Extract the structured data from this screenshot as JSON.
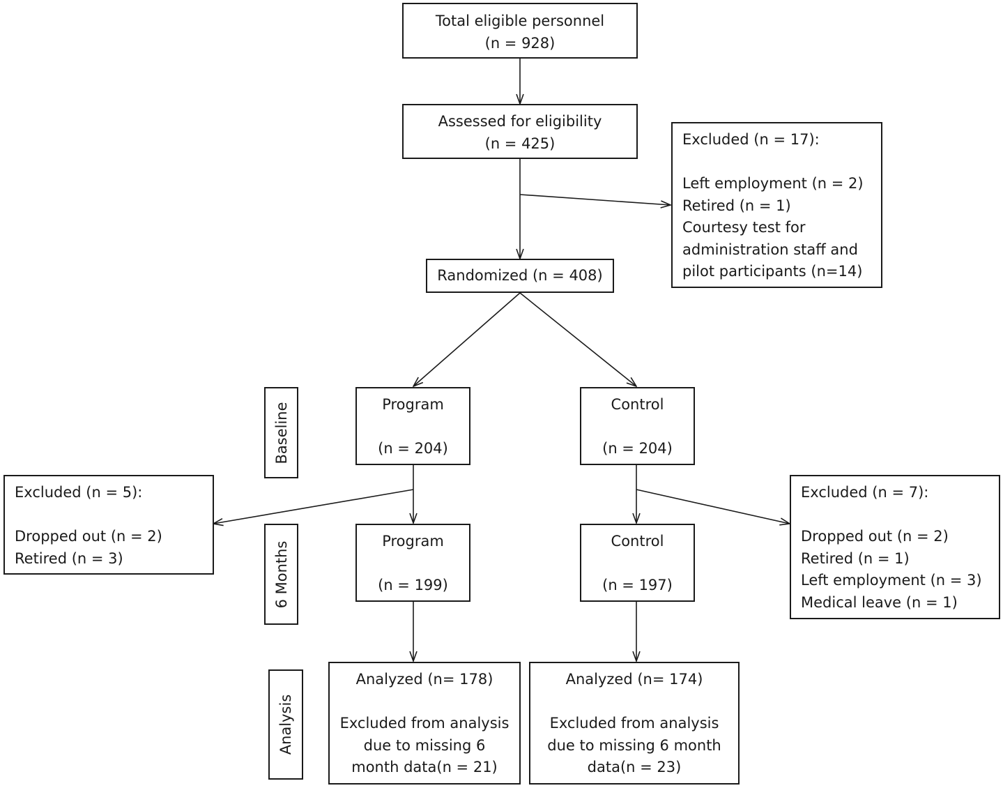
{
  "total": {
    "title": "Total eligible personnel",
    "n": "(n = 928)"
  },
  "assessed": {
    "title": "Assessed for eligibility",
    "n": "(n = 425)"
  },
  "excluded_top": {
    "title": "Excluded (n = 17):",
    "items": [
      "Left employment  (n = 2)",
      "Retired (n = 1)",
      "Courtesy test for",
      "administration staff and",
      "pilot participants (n=14)"
    ]
  },
  "randomized": {
    "label": "Randomized  (n = 408)"
  },
  "stages": {
    "baseline": "Baseline",
    "six_months": "6 Months",
    "analysis": "Analysis"
  },
  "program_baseline": {
    "title": "Program",
    "n": "(n = 204)"
  },
  "control_baseline": {
    "title": "Control",
    "n": "(n = 204)"
  },
  "excluded_left": {
    "title": "Excluded (n = 5):",
    "items": [
      "Dropped out  (n = 2)",
      "Retired (n = 3)"
    ]
  },
  "excluded_right": {
    "title": "Excluded (n = 7):",
    "items": [
      "Dropped out  (n = 2)",
      "Retired (n = 1)",
      "Left employment  (n = 3)",
      "Medical leave (n = 1)"
    ]
  },
  "program_6m": {
    "title": "Program",
    "n": "(n = 199)"
  },
  "control_6m": {
    "title": "Control",
    "n": "(n = 197)"
  },
  "program_analysis": {
    "title": "Analyzed (n= 178)",
    "lines": [
      "Excluded from analysis",
      "due to missing 6",
      "month  data(n = 21)"
    ]
  },
  "control_analysis": {
    "title": "Analyzed (n= 174)",
    "lines": [
      "Excluded from analysis",
      "due to missing 6 month",
      "data(n = 23)"
    ]
  }
}
